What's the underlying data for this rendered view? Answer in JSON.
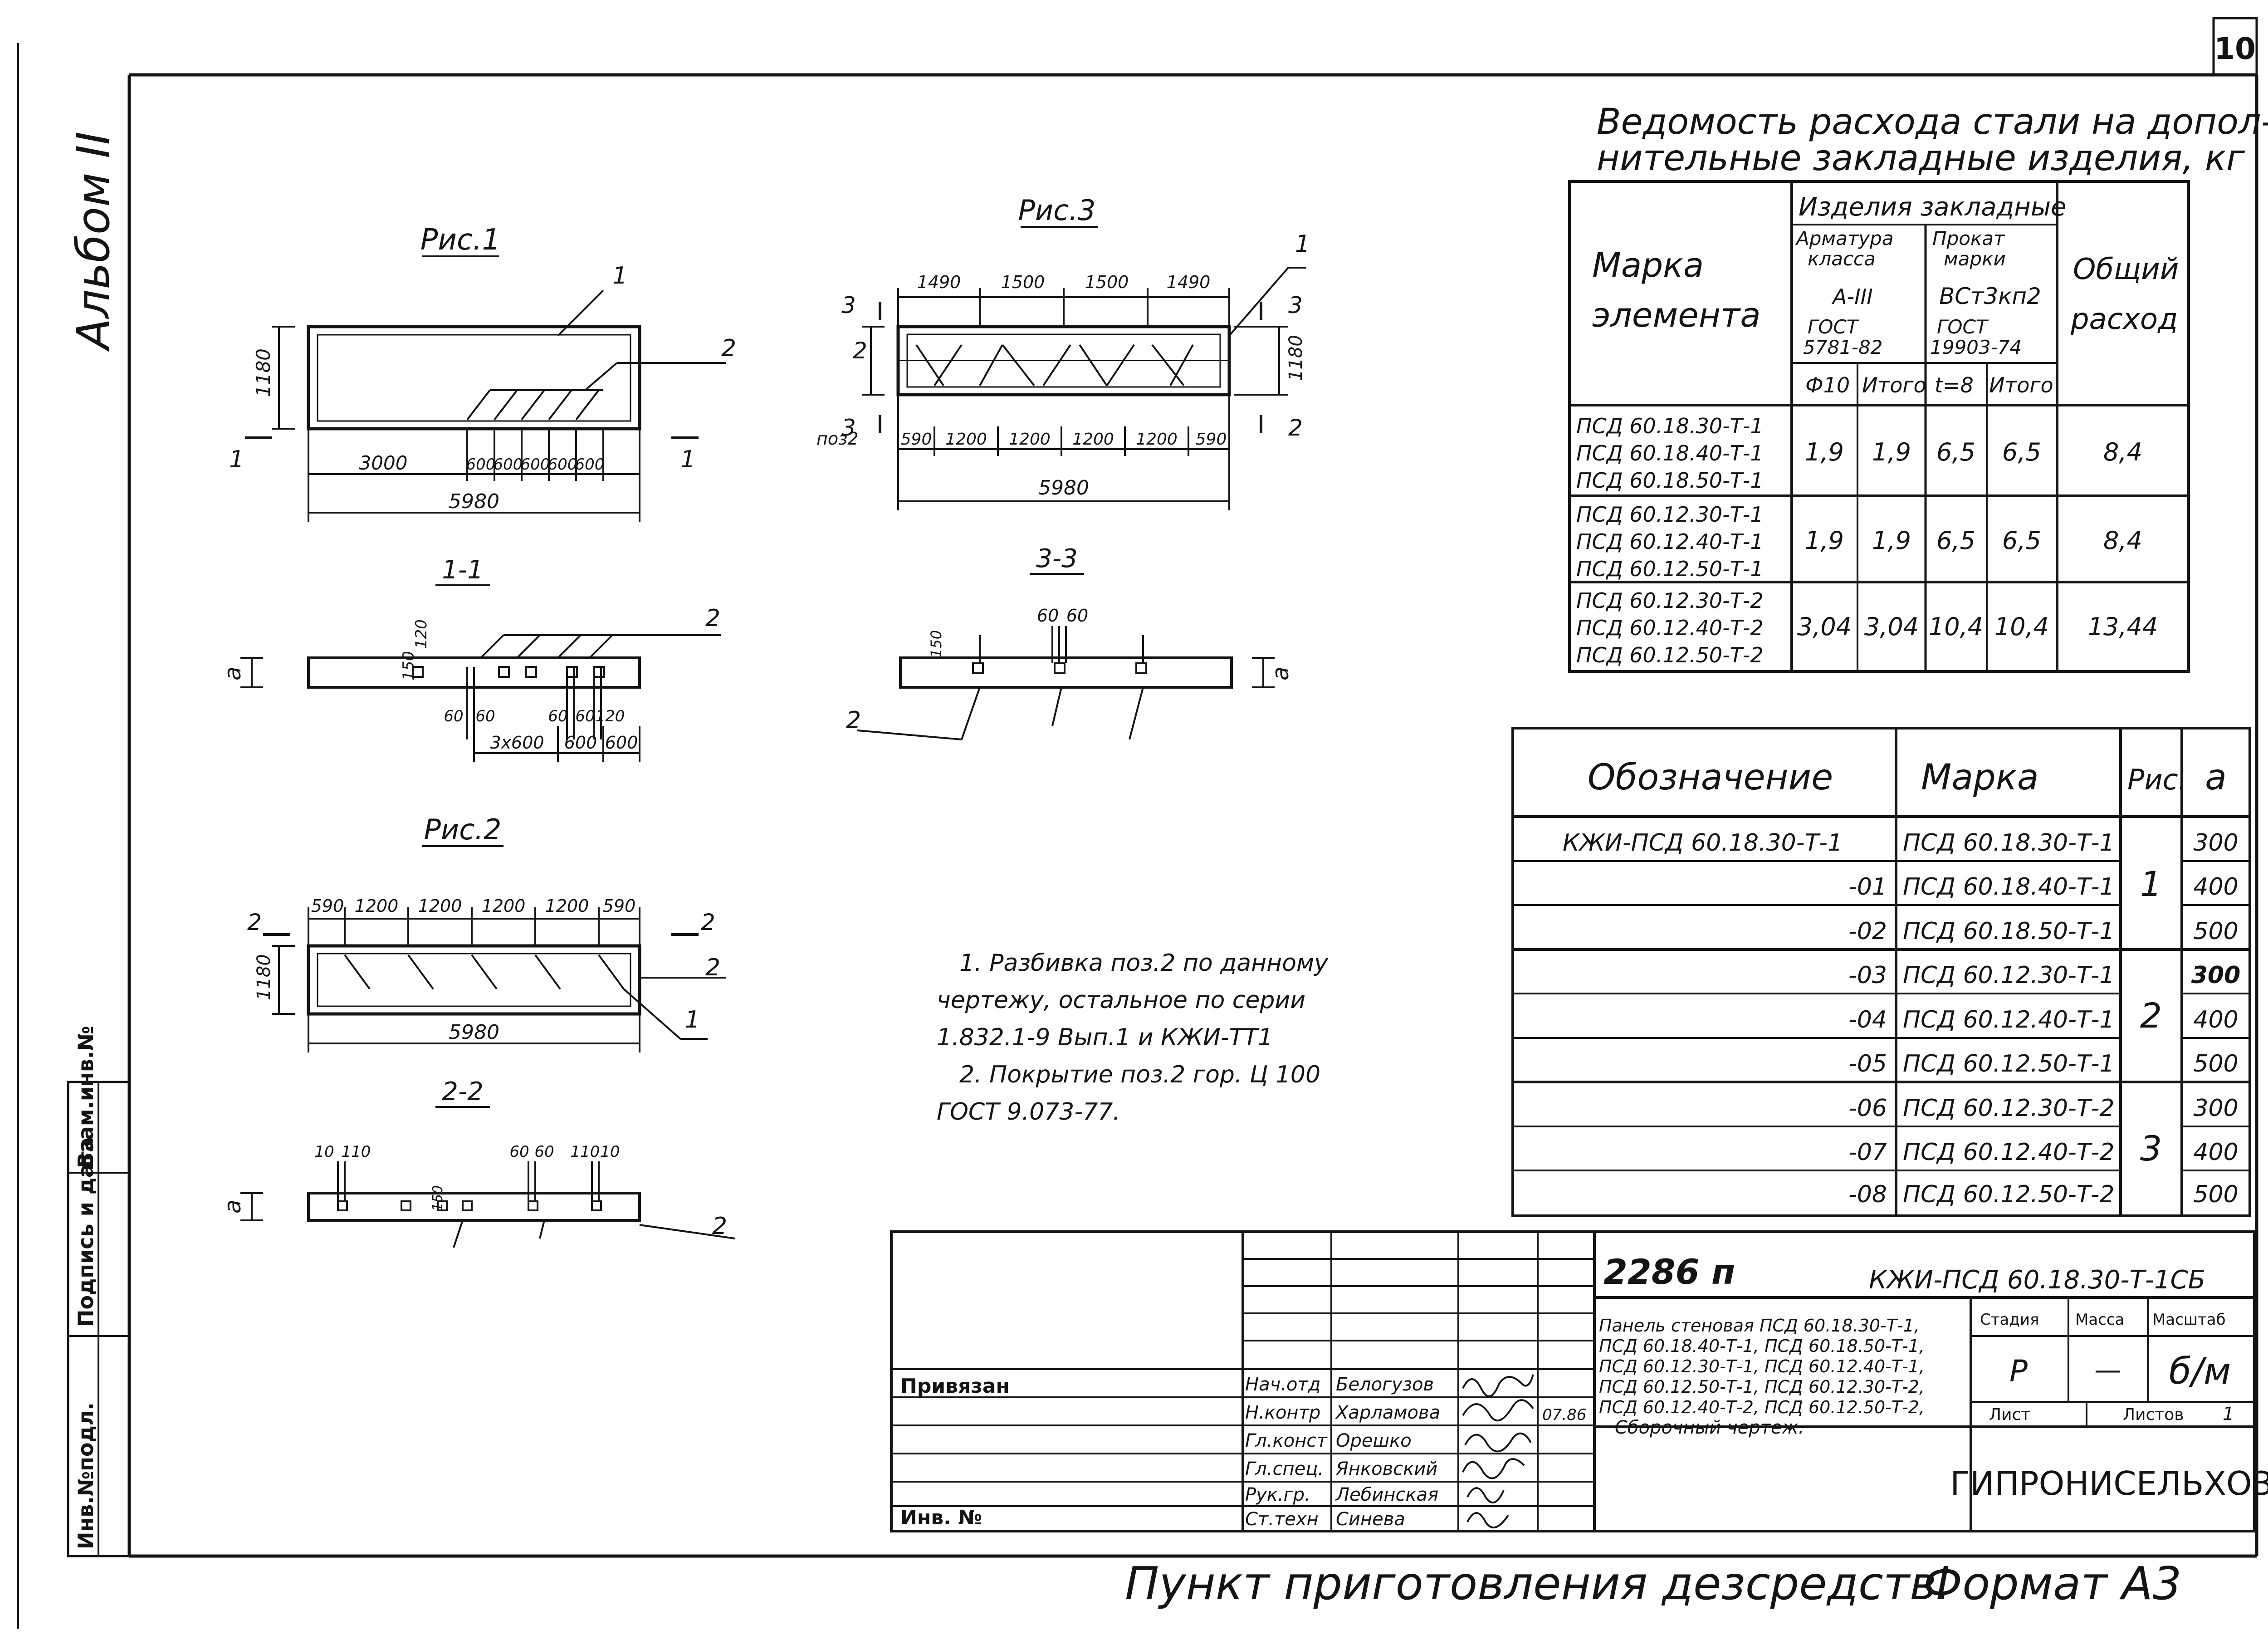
{
  "sheet_number": "10",
  "album_label": "Альбом II",
  "side_stamp": [
    "Взам.инв.№",
    "Подпись и дата",
    "Инв.№подл."
  ],
  "steel_statement": {
    "title_line1": "Ведомость расхода стали на допол-",
    "title_line2": "нительные закладные изделия, кг",
    "col_mark": [
      "Марка",
      "элемента"
    ],
    "col_group": "Изделия закладные",
    "col_armatura": [
      "Арматура",
      "класса"
    ],
    "col_prokat": [
      "Прокат",
      "марки"
    ],
    "class_a3": "А-III",
    "grade_vst": "ВСт3кп2",
    "gost_arm": [
      "ГОСТ",
      "5781-82"
    ],
    "gost_prokat": [
      "ГОСТ",
      "19903-74"
    ],
    "col_total": [
      "Общий",
      "расход"
    ],
    "sub_phi10": "Ф10",
    "sub_itogo1": "Итого",
    "sub_t8": "t=8",
    "sub_itogo2": "Итого",
    "rows": [
      {
        "marks": [
          "ПСД 60.18.30-Т-1",
          "ПСД 60.18.40-Т-1",
          "ПСД 60.18.50-Т-1"
        ],
        "phi10": "1,9",
        "itogo1": "1,9",
        "t8": "6,5",
        "itogo2": "6,5",
        "total": "8,4"
      },
      {
        "marks": [
          "ПСД 60.12.30-Т-1",
          "ПСД 60.12.40-Т-1",
          "ПСД 60.12.50-Т-1"
        ],
        "phi10": "1,9",
        "itogo1": "1,9",
        "t8": "6,5",
        "itogo2": "6,5",
        "total": "8,4"
      },
      {
        "marks": [
          "ПСД 60.12.30-Т-2",
          "ПСД 60.12.40-Т-2",
          "ПСД 60.12.50-Т-2"
        ],
        "phi10": "3,04",
        "itogo1": "3,04",
        "t8": "10,4",
        "itogo2": "10,4",
        "total": "13,44"
      }
    ]
  },
  "designation_table": {
    "headers": [
      "Обозначение",
      "Марка",
      "Рис.",
      "а"
    ],
    "rows": [
      {
        "designation": "КЖИ-ПСД 60.18.30-Т-1",
        "mark": "ПСД 60.18.30-Т-1",
        "a": "300"
      },
      {
        "designation": "-01",
        "mark": "ПСД 60.18.40-Т-1",
        "a": "400"
      },
      {
        "designation": "-02",
        "mark": "ПСД 60.18.50-Т-1",
        "a": "500"
      },
      {
        "designation": "-03",
        "mark": "ПСД 60.12.30-Т-1",
        "a": "300"
      },
      {
        "designation": "-04",
        "mark": "ПСД 60.12.40-Т-1",
        "a": "400"
      },
      {
        "designation": "-05",
        "mark": "ПСД 60.12.50-Т-1",
        "a": "500"
      },
      {
        "designation": "-06",
        "mark": "ПСД 60.12.30-Т-2",
        "a": "300"
      },
      {
        "designation": "-07",
        "mark": "ПСД 60.12.40-Т-2",
        "a": "400"
      },
      {
        "designation": "-08",
        "mark": "ПСД 60.12.50-Т-2",
        "a": "500"
      }
    ],
    "ris_groups": [
      "1",
      "2",
      "3"
    ]
  },
  "fig1": {
    "title": "Рис.1",
    "height": "1180",
    "dims": [
      "3000",
      "600",
      "600",
      "600",
      "600",
      "600"
    ],
    "total": "5980",
    "pos1": "1",
    "pos2": "2",
    "cut": "1"
  },
  "section11": {
    "title": "1-1",
    "label_a": "а",
    "dims_top": [
      "150",
      "120"
    ],
    "dims_bottom": [
      "60",
      "60",
      "60",
      "60",
      "120"
    ],
    "dims_bottom2": [
      "3x600",
      "600",
      "600"
    ],
    "pos2": "2"
  },
  "fig2": {
    "title": "Рис.2",
    "height": "1180",
    "dims": [
      "590",
      "1200",
      "1200",
      "1200",
      "1200",
      "590"
    ],
    "total": "5980",
    "pos1": "1",
    "pos2": "2",
    "cut": "2"
  },
  "section22": {
    "title": "2-2",
    "label_a": "а",
    "dims_top": [
      "10",
      "110",
      "60",
      "60",
      "110",
      "10"
    ],
    "dim_150": "150",
    "pos2": "2"
  },
  "fig3": {
    "title": "Рис.3",
    "height": "1180",
    "dims_top": [
      "1490",
      "1500",
      "1500",
      "1490"
    ],
    "dims_bottom": [
      "590",
      "1200",
      "1200",
      "1200",
      "1200",
      "590"
    ],
    "total": "5980",
    "pos1": "1",
    "pos2": "2",
    "cut": "3",
    "poz2": "поз2"
  },
  "section33": {
    "title": "3-3",
    "label_a": "а",
    "dims_top": [
      "60",
      "60"
    ],
    "dim_150": "150",
    "pos2": "2"
  },
  "notes": [
    "1. Разбивка поз.2 по данному",
    "чертежу, остальное по серии",
    "1.832.1-9 Вып.1 и КЖИ-ТТ1",
    "2. Покрытие поз.2 гор. Ц 100",
    "ГОСТ 9.073-77."
  ],
  "title_block": {
    "project": "2286 п",
    "code": "КЖИ-ПСД 60.18.30-Т-1СБ",
    "description": [
      "Панель стеновая ПСД 60.18.30-Т-1,",
      "ПСД 60.18.40-Т-1, ПСД 60.18.50-Т-1,",
      "ПСД 60.12.30-Т-1, ПСД 60.12.40-Т-1,",
      "ПСД 60.12.50-Т-1, ПСД 60.12.30-Т-2,",
      "ПСД 60.12.40-Т-2, ПСД 60.12.50-Т-2,",
      "Сборочный чертеж."
    ],
    "stage_label": "Стадия",
    "mass_label": "Масса",
    "scale_label": "Масштаб",
    "stage": "Р",
    "mass": "—",
    "scale": "б/м",
    "sheet_label": "Лист",
    "sheets_label": "Листов",
    "sheets": "1",
    "org": "ГИПРОНИСЕЛЬХОЗ",
    "bound_label": "Привязан",
    "inv_label": "Инв. №",
    "date": "07.86",
    "signatures": [
      {
        "role": "Нач.отд",
        "name": "Белогузов"
      },
      {
        "role": "Н.контр",
        "name": "Харламова"
      },
      {
        "role": "Гл.конст",
        "name": "Орешко"
      },
      {
        "role": "Гл.спец.",
        "name": "Янковский"
      },
      {
        "role": "Рук.гр.",
        "name": "Лебинская"
      },
      {
        "role": "Ст.техн",
        "name": "Синева"
      }
    ]
  },
  "caption_bottom": "Пункт приготовления дезсредств.",
  "format": "Формат А3"
}
